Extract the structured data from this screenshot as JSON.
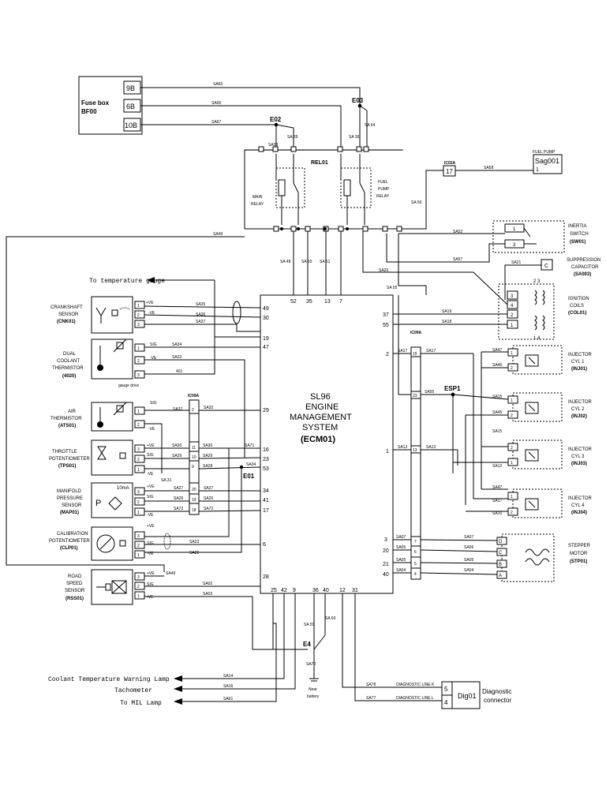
{
  "fusebox": {
    "title": "Fuse box",
    "id": "BF00",
    "fuses": [
      "9B",
      "6B",
      "10B"
    ]
  },
  "nodes": {
    "e02": "E02",
    "e03": "E03",
    "e01": "E01",
    "e4": "E4",
    "esp1": "ESP1"
  },
  "relays": {
    "rel": "REL01",
    "main": [
      "MAIN",
      "RELAY"
    ],
    "fuel": [
      "FUEL",
      "PUMP",
      "RELAY"
    ]
  },
  "fuel_pump": {
    "title": "FUEL PUMP",
    "id": "Sag001",
    "pin": "1",
    "conn": "IC02A",
    "conn_pin": "17"
  },
  "ecm": {
    "lines": [
      "SL96",
      "ENGINE",
      "MANAGEMENT",
      "SYSTEM"
    ],
    "id": "(ECM01)"
  },
  "wires": {
    "sa65": "SA65",
    "sa66": "SA66",
    "sa67": "SA67",
    "sa39": "SA 39",
    "sa64": "SA 64",
    "sa38": "SA38",
    "sa36": "SA 36",
    "sa58": "SA58",
    "sa56": "SA 56",
    "sa49": "SA49",
    "sa52": "SA52",
    "sa57": "SA57",
    "sa21": "SA21",
    "sa20": "SA20",
    "sa55": "SA 55",
    "sa48": "SA 48",
    "sa50": "SA 50",
    "sa51": "SA 51",
    "sa19": "SA19",
    "sa18": "SA18",
    "sa17": "SA17",
    "sa17b": "SA17",
    "sa47": "SA47",
    "sa46": "SA46",
    "sa55b": "SA55",
    "sa15": "SA15",
    "sa45": "SA45",
    "sa15b": "SA15",
    "sa13": "SA13",
    "sa13b": "SA13",
    "sa12": "SA12",
    "sa47b": "SA47",
    "sa17c": "SA17",
    "sa10": "SA10",
    "sa07": "SA07",
    "sa07b": "SA07",
    "sa06": "SA06",
    "sa06b": "SA06",
    "sa05": "SA05",
    "sa05b": "SA05",
    "sa04": "SA04",
    "sa04b": "SA04",
    "sa35": "SA35",
    "sa36b": "SA36",
    "sa37": "SA37",
    "sa34": "SA34",
    "sa33": "SA33",
    "w401": "401",
    "sa32": "SA32",
    "sa32b": "SA32",
    "sa30": "SA30",
    "sa30b": "SA30",
    "sa29": "SA29",
    "sa29b": "SA29",
    "sa28": "SA28",
    "sa71": "SA71",
    "sa31": "SA 31",
    "sa34b": "SA34",
    "sa27": "SA27",
    "sa27b": "SA27",
    "sa26": "SA26",
    "sa26b": "SA26",
    "sa72": "SA72",
    "sa72b": "SA72",
    "sa23": "SA23",
    "sa22": "SA22",
    "sa49b": "SA49",
    "sa02": "SA02",
    "sa03": "SA03",
    "sa59": "SA 59",
    "sa60": "SA 60",
    "sa70": "SA70",
    "sa14": "SA14",
    "sa16": "SA16",
    "sa61": "SA61",
    "sa78": "SA78",
    "sa77": "SA77"
  },
  "ecm_pins": {
    "top": [
      "52",
      "35",
      "13",
      "7"
    ],
    "left": [
      "49",
      "30",
      "19",
      "47",
      "29",
      "16",
      "23",
      "53",
      "34",
      "41",
      "17",
      "6",
      "28"
    ],
    "right": [
      "37",
      "55",
      "2",
      "1",
      "3",
      "20",
      "21",
      "40"
    ],
    "bottom": [
      "25",
      "42",
      "9",
      "36",
      "40",
      "12",
      "31"
    ]
  },
  "connectors": {
    "ic09a_left": "IC09A",
    "ic09a_right": "IC09A",
    "left_pins": [
      "2",
      "11",
      "10",
      "9",
      "20",
      "19",
      "18"
    ],
    "right_pins": [
      "15",
      "23",
      "13",
      "7",
      "6",
      "5",
      "4"
    ]
  },
  "components": {
    "cnk": {
      "name": [
        "CRANKSHAFT",
        "SENSOR"
      ],
      "id": "(CNK01)",
      "pins": [
        "1",
        "2",
        "3"
      ],
      "labels": [
        "+VE",
        "-VE"
      ]
    },
    "cool": {
      "name": [
        "DUAL",
        "COOLANT",
        "THERMISTOR"
      ],
      "id": "(4020)",
      "pins": [
        "1",
        "2",
        "3"
      ],
      "labels": [
        "SIG",
        "-VE"
      ],
      "note": "gauge drive"
    },
    "ats": {
      "name": [
        "AIR",
        "THERMISTOR"
      ],
      "id": "(ATS01)",
      "pins": [
        "1",
        "2"
      ],
      "labels": [
        "SIG",
        "-VE"
      ]
    },
    "tps": {
      "name": [
        "THROTTLE",
        "POTENTIOMETER"
      ],
      "id": "(TPS01)",
      "pins": [
        "3",
        "2",
        "1"
      ],
      "labels": [
        "+VE",
        "SIG",
        "-VE"
      ]
    },
    "map": {
      "name": [
        "MANIFOLD",
        "PRESSURE",
        "SENSOR"
      ],
      "id": "(MAP01)",
      "pins": [
        "3",
        "2",
        "1"
      ],
      "labels": [
        "+VE",
        "SIG",
        "-VE"
      ],
      "note": "10mA"
    },
    "clp": {
      "name": [
        "CALIBRATION",
        "POTENTIOMETER"
      ],
      "id": "(CLP01)",
      "pins": [
        "3",
        "2",
        "1"
      ],
      "labels": [
        "+VE",
        "SIG",
        "-VE"
      ]
    },
    "rss": {
      "name": [
        "ROAD",
        "SPEED",
        "SENSOR"
      ],
      "id": "(RSS01)",
      "pins": [
        "3",
        "2",
        "1"
      ],
      "labels": [
        "+VE",
        "SIG",
        "-VE"
      ]
    },
    "sw": {
      "name": [
        "INERTIA",
        "SWITCH"
      ],
      "id": "(SW01)",
      "pins": [
        "1",
        "3"
      ]
    },
    "cap": {
      "name": [
        "SUPPRESSION",
        "CAPACITOR"
      ],
      "id": "(SA003)",
      "pin": "C"
    },
    "col": {
      "name": [
        "IGNITION",
        "COILS"
      ],
      "id": "(COL01)",
      "pins": [
        "3",
        "4",
        "2",
        "1"
      ],
      "top_pins": "2 3",
      "bot_pins": "1 4"
    },
    "inj1": {
      "name": [
        "INJECTOR",
        "CYL 1"
      ],
      "id": "(INJ01)",
      "pins": [
        "1",
        "2"
      ]
    },
    "inj2": {
      "name": [
        "INJECTOR",
        "CYL 2"
      ],
      "id": "(INJ02)",
      "pins": [
        "1",
        "2"
      ]
    },
    "inj3": {
      "name": [
        "INJECTOR",
        "CYL 3"
      ],
      "id": "(INJ03)",
      "pins": [
        "2",
        "1"
      ]
    },
    "inj4": {
      "name": [
        "INJECTOR",
        "CYL 4"
      ],
      "id": "(INJ04)",
      "pins": [
        "1",
        "2"
      ]
    },
    "stp": {
      "name": [
        "STEPPER",
        "MOTOR"
      ],
      "id": "(STP01)",
      "pins": [
        "D",
        "C",
        "B",
        "A"
      ]
    }
  },
  "outputs": {
    "temp_gauge": "To temperature gauge",
    "coolant_lamp": "Coolant Temperature Warning Lamp",
    "tacho": "Tachometer",
    "mil": "To MIL Lamp"
  },
  "battery": [
    "Near",
    "battery"
  ],
  "diagnostic": {
    "line_k": "DIAGNOSTIC LINE K",
    "line_l": "DIAGNOSTIC LINE L",
    "id": "Dig01",
    "pins": [
      "5",
      "4"
    ],
    "label": [
      "Diagnostic",
      "connector"
    ]
  }
}
